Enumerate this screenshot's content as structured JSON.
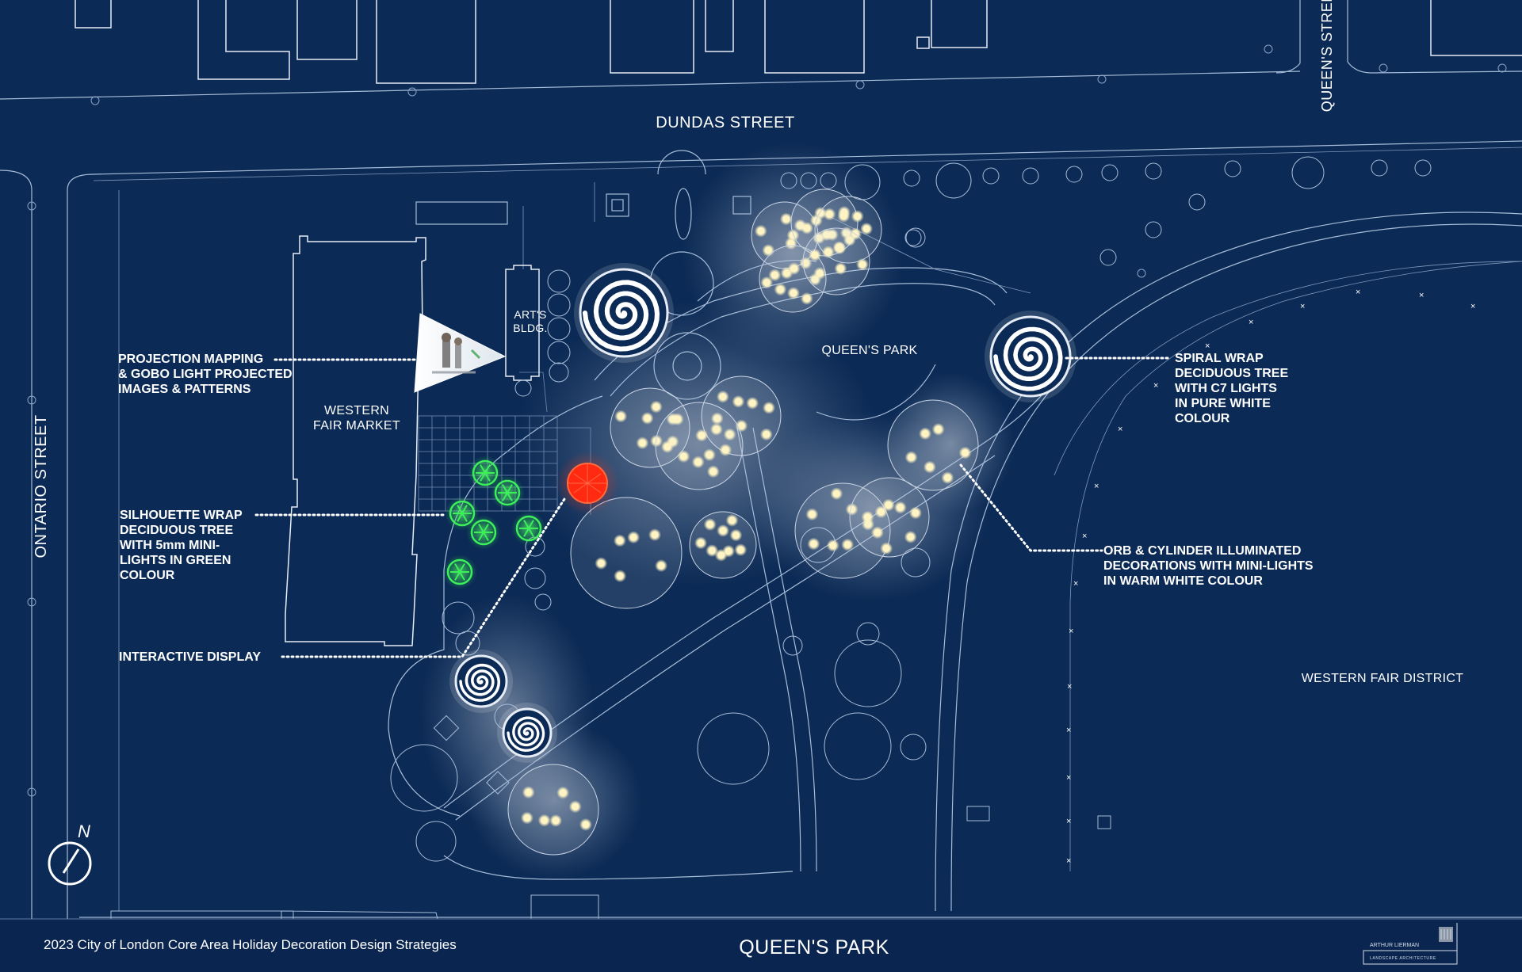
{
  "streets": {
    "dundas": "DUNDAS STREET",
    "ontario": "ONTARIO STREET",
    "queens": "QUEEN'S STREET"
  },
  "areas": {
    "queens_park": "QUEEN'S PARK",
    "western_fair_market": [
      "WESTERN",
      "FAIR MARKET"
    ],
    "arts_building": [
      "ART'S",
      "BLDG."
    ],
    "western_fair_district": "WESTERN FAIR DISTRICT"
  },
  "annotations": {
    "projection": [
      "PROJECTION MAPPING",
      "& GOBO LIGHT PROJECTED",
      "IMAGES & PATTERNS"
    ],
    "silhouette": [
      "SILHOUETTE WRAP",
      "DECIDUOUS TREE",
      "WITH 5mm MINI-",
      "LIGHTS IN GREEN",
      "COLOUR"
    ],
    "interactive": "INTERACTIVE DISPLAY",
    "spiral": [
      "SPIRAL WRAP",
      "DECIDUOUS TREE",
      "WITH C7 LIGHTS",
      "IN PURE WHITE",
      "COLOUR"
    ],
    "orb": [
      "ORB & CYLINDER ILLUMINATED",
      "DECORATIONS WITH MINI-LIGHTS",
      "IN WARM WHITE COLOUR"
    ]
  },
  "footer": {
    "title": "2023 City of London Core Area Holiday Decoration Design Strategies",
    "center": "QUEEN'S PARK"
  },
  "logo": {
    "name": "ARTHUR LIERMAN",
    "subtitle": "LANDSCAPE ARCHITECTURE"
  },
  "north_arrow": "N",
  "colors": {
    "background": "#0b2a55",
    "footer_band": "#0a2650",
    "warm_white_light": "#fff4c2",
    "green_light": "#2ee04a",
    "interactive_red": "#ff2a10",
    "linework": "#a7bcd8"
  },
  "icons": {
    "spiral": "spiral-wrap-tree-icon",
    "orb": "orb-cluster-tree-icon",
    "green_tree": "green-silhouette-tree-icon",
    "interactive": "interactive-display-icon",
    "north": "north-arrow-icon"
  }
}
